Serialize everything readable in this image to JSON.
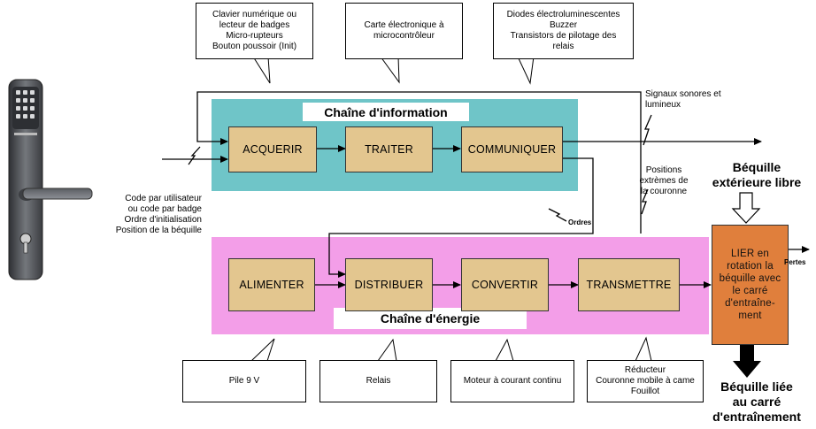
{
  "colors": {
    "info_band": "#6fc5c8",
    "energy_band": "#f39ee8",
    "block_fill": "#e3c68f",
    "lier_fill": "#e07f3c",
    "lock_body": "#5b5e63"
  },
  "icons": {
    "lock": "door-lock-with-keypad-image"
  },
  "callouts_top": [
    {
      "text": "Clavier numérique ou\nlecteur de badges\nMicro-rupteurs\nBouton poussoir (Init)"
    },
    {
      "text": "Carte électronique à\nmicrocontrôleur"
    },
    {
      "text": "Diodes électroluminescentes\nBuzzer\nTransistors de pilotage des\nrelais"
    }
  ],
  "callouts_bottom": [
    {
      "text": "Pile 9 V"
    },
    {
      "text": "Relais"
    },
    {
      "text": "Moteur à courant continu"
    },
    {
      "text": "Réducteur\nCouronne mobile à came\nFouillot"
    }
  ],
  "info_chain": {
    "title": "Chaîne d'information",
    "blocks": [
      "ACQUERIR",
      "TRAITER",
      "COMMUNIQUER"
    ]
  },
  "energy_chain": {
    "title": "Chaîne d'énergie",
    "blocks": [
      "ALIMENTER",
      "DISTRIBUER",
      "CONVERTIR",
      "TRANSMETTRE"
    ]
  },
  "lier_block": "LIER en rotation la béquille avec le carré d'entraîne-ment",
  "labels": {
    "inputs": "Code par utilisateur\nou code par badge\nOrdre d'initialisation\nPosition de la béquille",
    "signals": "Signaux sonores et\nlumineux",
    "positions": "Positions\nextrèmes de\nla couronne",
    "ordres": "Ordres",
    "pertes": "Pertes",
    "bequille_ext": "Béquille\nextérieure libre",
    "bequille_liee": "Béquille liée\nau carré\nd'entraînement"
  }
}
